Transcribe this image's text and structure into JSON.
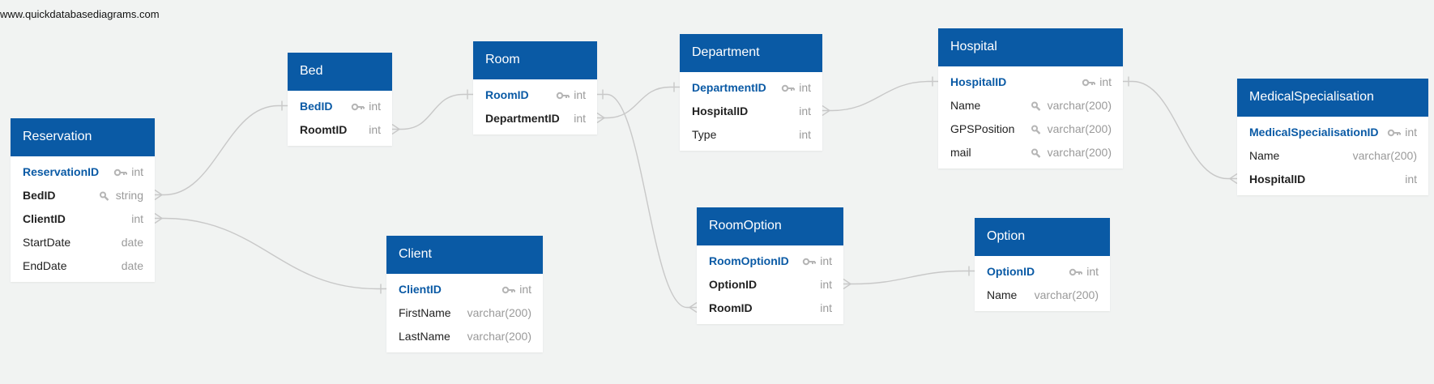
{
  "watermark": "www.quickdatabasediagrams.com",
  "tables": [
    {
      "id": "reservation",
      "name": "Reservation",
      "fields": [
        {
          "name": "ReservationID",
          "type": "int",
          "pk": true,
          "icon": "key-icon"
        },
        {
          "name": "BedID",
          "type": "string",
          "bold": true,
          "icon": "search-icon"
        },
        {
          "name": "ClientID",
          "type": "int",
          "bold": true
        },
        {
          "name": "StartDate",
          "type": "date"
        },
        {
          "name": "EndDate",
          "type": "date"
        }
      ]
    },
    {
      "id": "bed",
      "name": "Bed",
      "fields": [
        {
          "name": "BedID",
          "type": "int",
          "pk": true,
          "icon": "key-icon"
        },
        {
          "name": "RoomtID",
          "type": "int",
          "bold": true
        }
      ]
    },
    {
      "id": "room",
      "name": "Room",
      "fields": [
        {
          "name": "RoomID",
          "type": "int",
          "pk": true,
          "icon": "key-icon"
        },
        {
          "name": "DepartmentID",
          "type": "int",
          "bold": true
        }
      ]
    },
    {
      "id": "department",
      "name": "Department",
      "fields": [
        {
          "name": "DepartmentID",
          "type": "int",
          "pk": true,
          "icon": "key-icon"
        },
        {
          "name": "HospitalID",
          "type": "int",
          "bold": true
        },
        {
          "name": "Type",
          "type": "int"
        }
      ]
    },
    {
      "id": "hospital",
      "name": "Hospital",
      "fields": [
        {
          "name": "HospitalID",
          "type": "int",
          "pk": true,
          "icon": "key-icon"
        },
        {
          "name": "Name",
          "type": "varchar(200)",
          "icon": "search-icon"
        },
        {
          "name": "GPSPosition",
          "type": "varchar(200)",
          "icon": "search-icon"
        },
        {
          "name": "mail",
          "type": "varchar(200)",
          "icon": "search-icon"
        }
      ]
    },
    {
      "id": "medicalspecialisation",
      "name": "MedicalSpecialisation",
      "fields": [
        {
          "name": "MedicalSpecialisationID",
          "type": "int",
          "pk": true,
          "icon": "key-icon"
        },
        {
          "name": "Name",
          "type": "varchar(200)"
        },
        {
          "name": "HospitalID",
          "type": "int",
          "bold": true
        }
      ]
    },
    {
      "id": "client",
      "name": "Client",
      "fields": [
        {
          "name": "ClientID",
          "type": "int",
          "pk": true,
          "icon": "key-icon"
        },
        {
          "name": "FirstName",
          "type": "varchar(200)"
        },
        {
          "name": "LastName",
          "type": "varchar(200)"
        }
      ]
    },
    {
      "id": "roomoption",
      "name": "RoomOption",
      "fields": [
        {
          "name": "RoomOptionID",
          "type": "int",
          "pk": true,
          "icon": "key-icon"
        },
        {
          "name": "OptionID",
          "type": "int",
          "bold": true
        },
        {
          "name": "RoomID",
          "type": "int",
          "bold": true
        }
      ]
    },
    {
      "id": "option",
      "name": "Option",
      "fields": [
        {
          "name": "OptionID",
          "type": "int",
          "pk": true,
          "icon": "key-icon"
        },
        {
          "name": "Name",
          "type": "varchar(200)"
        }
      ]
    }
  ],
  "relations": [
    {
      "from": "reservation.BedID",
      "to": "bed.BedID",
      "from_end": "many",
      "to_end": "one"
    },
    {
      "from": "reservation.ClientID",
      "to": "client.ClientID",
      "from_end": "many",
      "to_end": "one"
    },
    {
      "from": "bed.RoomtID",
      "to": "room.RoomID",
      "from_end": "many",
      "to_end": "one"
    },
    {
      "from": "room.DepartmentID",
      "to": "department.DepartmentID",
      "from_end": "many",
      "to_end": "one"
    },
    {
      "from": "department.HospitalID",
      "to": "hospital.HospitalID",
      "from_end": "many",
      "to_end": "one"
    },
    {
      "from": "medicalspecialisation.HospitalID",
      "to": "hospital.HospitalID",
      "from_end": "many",
      "to_end": "one"
    },
    {
      "from": "roomoption.RoomID",
      "to": "room.RoomID",
      "from_end": "many",
      "to_end": "one"
    },
    {
      "from": "roomoption.OptionID",
      "to": "option.OptionID",
      "from_end": "many",
      "to_end": "one"
    }
  ],
  "colors": {
    "header": "#0a5aa5",
    "pk_text": "#0a5aa5",
    "type_text": "#9a9a9a",
    "connector": "#c8c8c8",
    "background": "#f1f3f2"
  }
}
